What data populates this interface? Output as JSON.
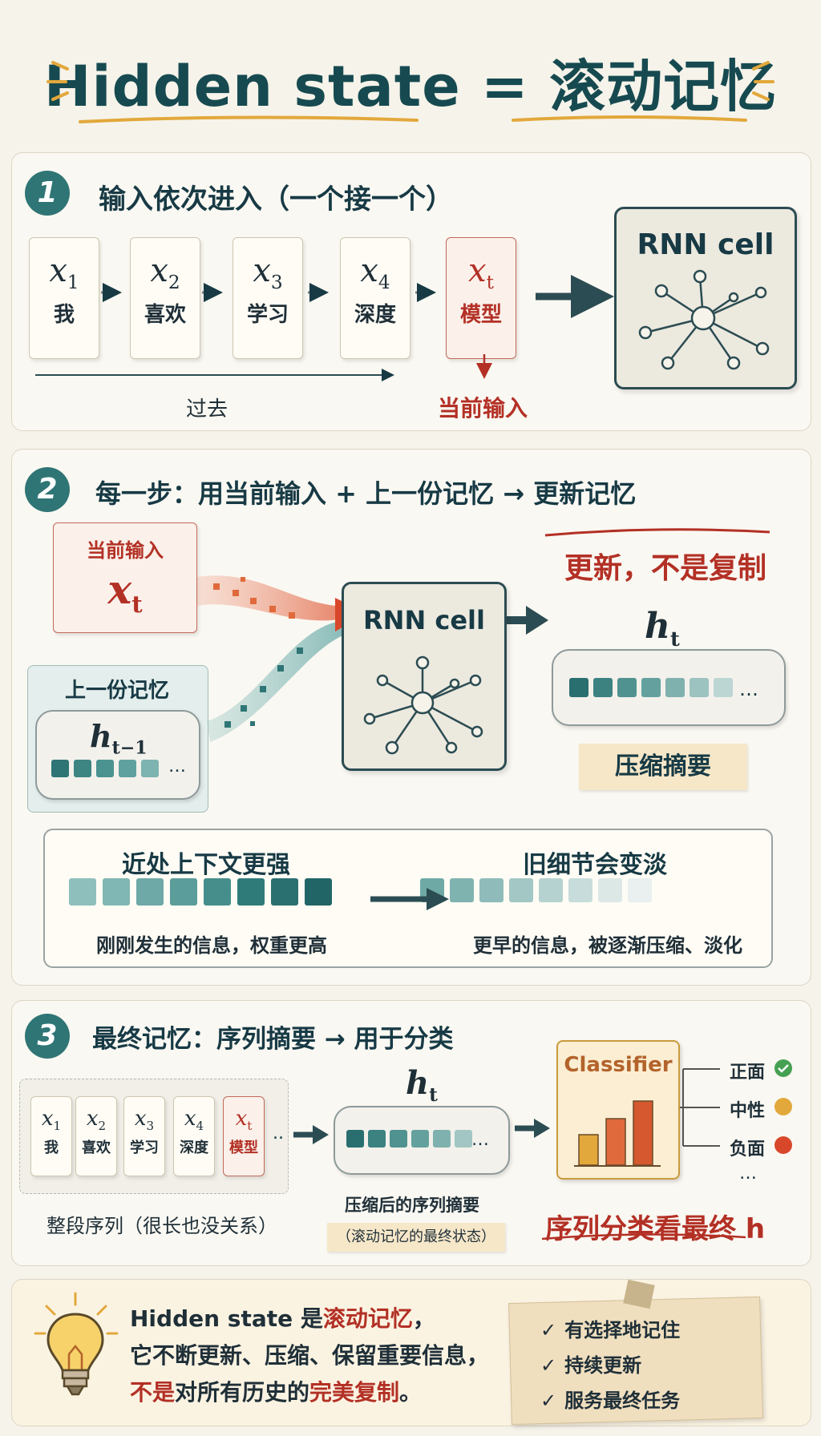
{
  "title": "Hidden state = 滚动记忆",
  "colors": {
    "teal": "#2f7575",
    "red": "#b33025",
    "navy": "#173a45",
    "orange": "#e06a3c",
    "gold": "#e2a83b"
  },
  "section1": {
    "number": "1",
    "heading": "输入依次进入（一个接一个）",
    "cards": [
      {
        "var": "x",
        "sub": "1",
        "word": "我"
      },
      {
        "var": "x",
        "sub": "2",
        "word": "喜欢"
      },
      {
        "var": "x",
        "sub": "3",
        "word": "学习"
      },
      {
        "var": "x",
        "sub": "4",
        "word": "深度"
      },
      {
        "var": "x",
        "sub": "t",
        "word": "模型"
      }
    ],
    "past_label": "过去",
    "current_label": "当前输入",
    "rnn_label": "RNN cell"
  },
  "section2": {
    "number": "2",
    "heading": "每一步：用当前输入 + 上一份记忆 → 更新记忆",
    "current_input_label": "当前输入",
    "current_var": "x",
    "current_sub": "t",
    "prev_memory_label": "上一份记忆",
    "prev_var": "h",
    "prev_sub": "t−1",
    "rnn_label": "RNN cell",
    "update_note": "更新，不是复制",
    "ht_var": "h",
    "ht_sub": "t",
    "compress_label": "压缩摘要",
    "ellipsis": "…",
    "near_title": "近处上下文更强",
    "near_caption": "刚刚发生的信息，权重更高",
    "old_title": "旧细节会变淡",
    "old_caption": "更早的信息，被逐渐压缩、淡化"
  },
  "section3": {
    "number": "3",
    "heading": "最终记忆：序列摘要 → 用于分类",
    "cards": [
      {
        "var": "x",
        "sub": "1",
        "word": "我"
      },
      {
        "var": "x",
        "sub": "2",
        "word": "喜欢"
      },
      {
        "var": "x",
        "sub": "3",
        "word": "学习"
      },
      {
        "var": "x",
        "sub": "4",
        "word": "深度"
      },
      {
        "var": "x",
        "sub": "t",
        "word": "模型"
      }
    ],
    "dots": "..",
    "seq_label": "整段序列（很长也没关系）",
    "ht_var": "h",
    "ht_sub": "t",
    "summary_label": "压缩后的序列摘要",
    "summary_note": "（滚动记忆的最终状态）",
    "classifier_label": "Classifier",
    "outputs": [
      "正面",
      "中性",
      "负面"
    ],
    "more": "…",
    "seq_class_note": "序列分类看最终 h"
  },
  "summary": {
    "line1_a": "Hidden state 是",
    "line1_b": "滚动记忆",
    "line1_c": "，",
    "line2": "它不断更新、压缩、保留重要信息，",
    "line3_a": "不是",
    "line3_b": "对所有历史的",
    "line3_c": "完美复制",
    "line3_d": "。",
    "checklist": [
      "有选择地记住",
      "持续更新",
      "服务最终任务"
    ],
    "check_mark": "✓"
  }
}
